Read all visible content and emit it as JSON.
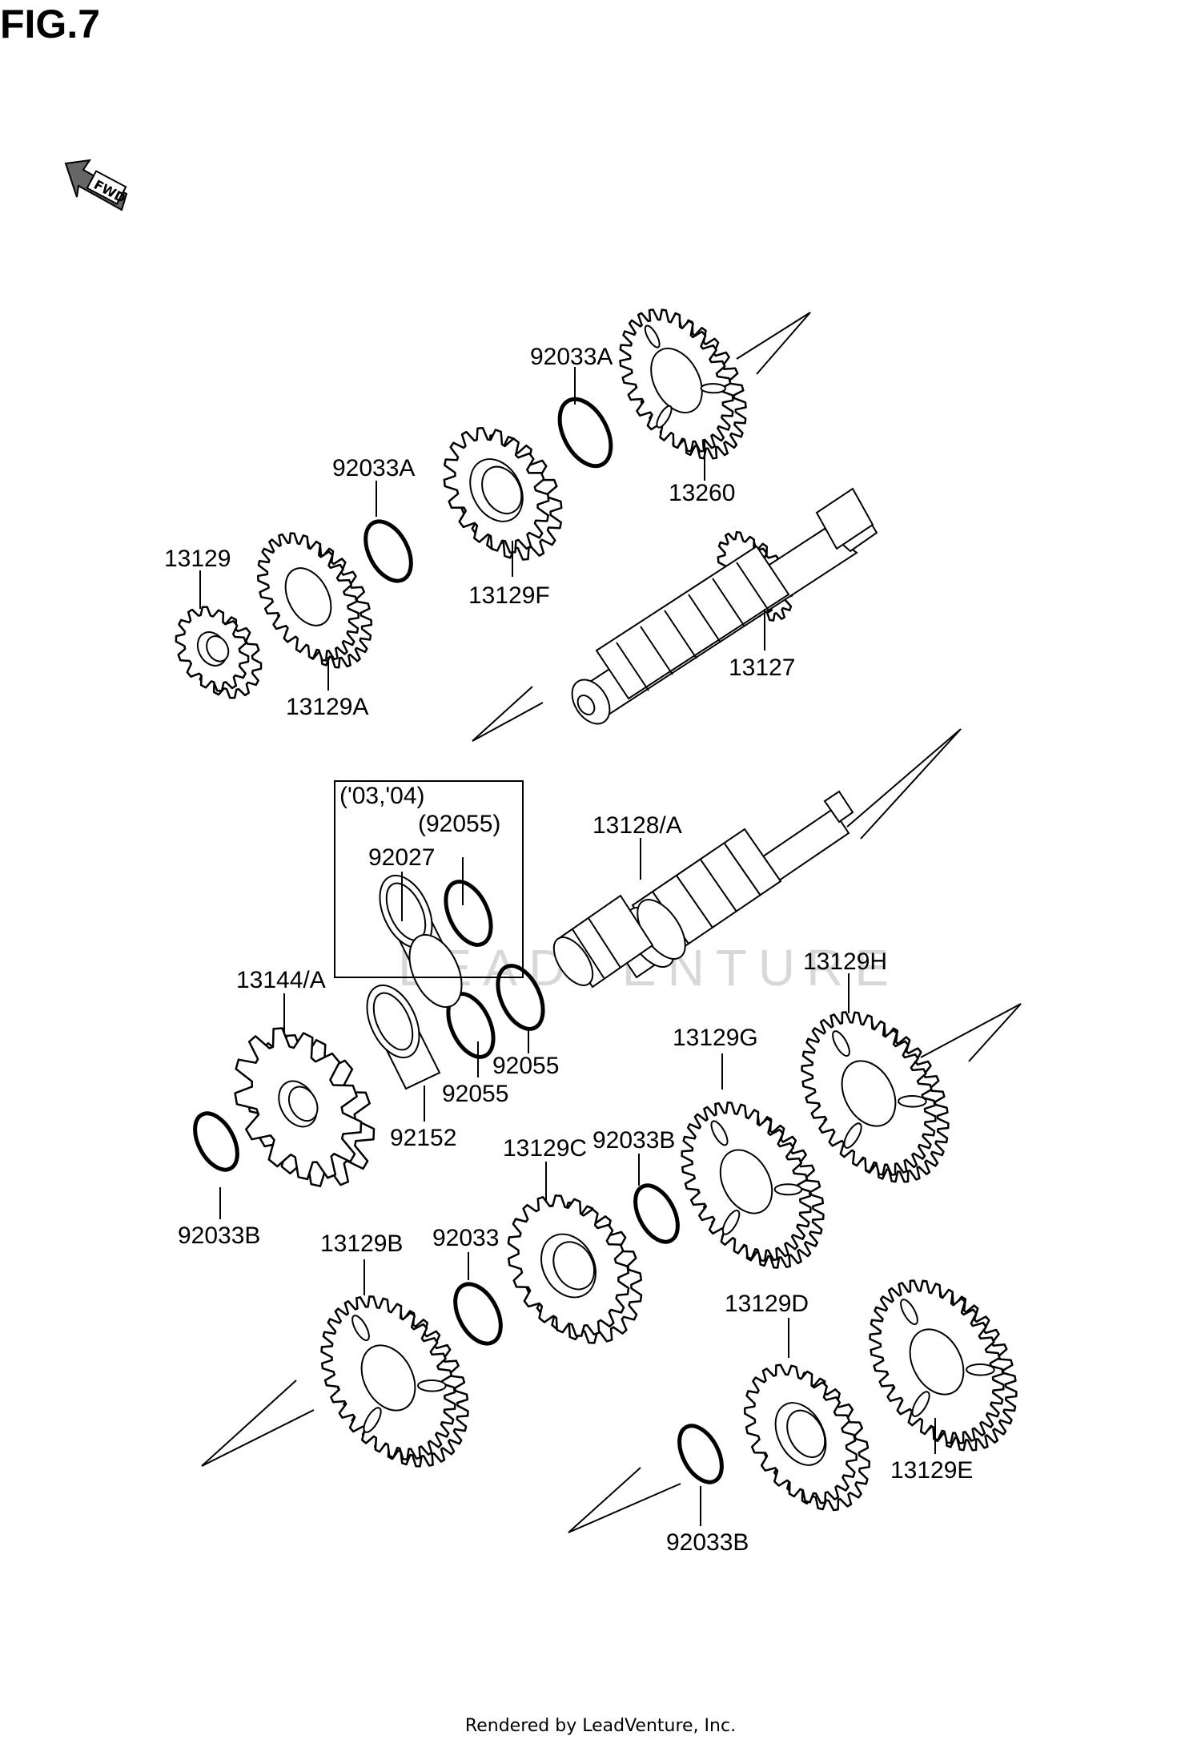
{
  "figure_title": "FIG.7",
  "fwd_badge": "FWD",
  "watermark": "LEADVENTURE",
  "variant_box_label": "('03,'04)",
  "labels": {
    "p92033A_top": "92033A",
    "p13260": "13260",
    "p92033A_mid": "92033A",
    "p13129F": "13129F",
    "p13129": "13129",
    "p13129A": "13129A",
    "p13127": "13127",
    "p92055_paren": "(92055)",
    "p92027": "92027",
    "p13128A": "13128/A",
    "p13144A": "13144/A",
    "p92152": "92152",
    "p92055_a": "92055",
    "p92055_b": "92055",
    "p13129H": "13129H",
    "p13129G": "13129G",
    "p13129C": "13129C",
    "p92033B_mid": "92033B",
    "p92033B_left": "92033B",
    "p13129B": "13129B",
    "p92033": "92033",
    "p13129D": "13129D",
    "p13129E": "13129E",
    "p92033B_bottom": "92033B"
  },
  "footer": "Rendered by LeadVenture, Inc."
}
